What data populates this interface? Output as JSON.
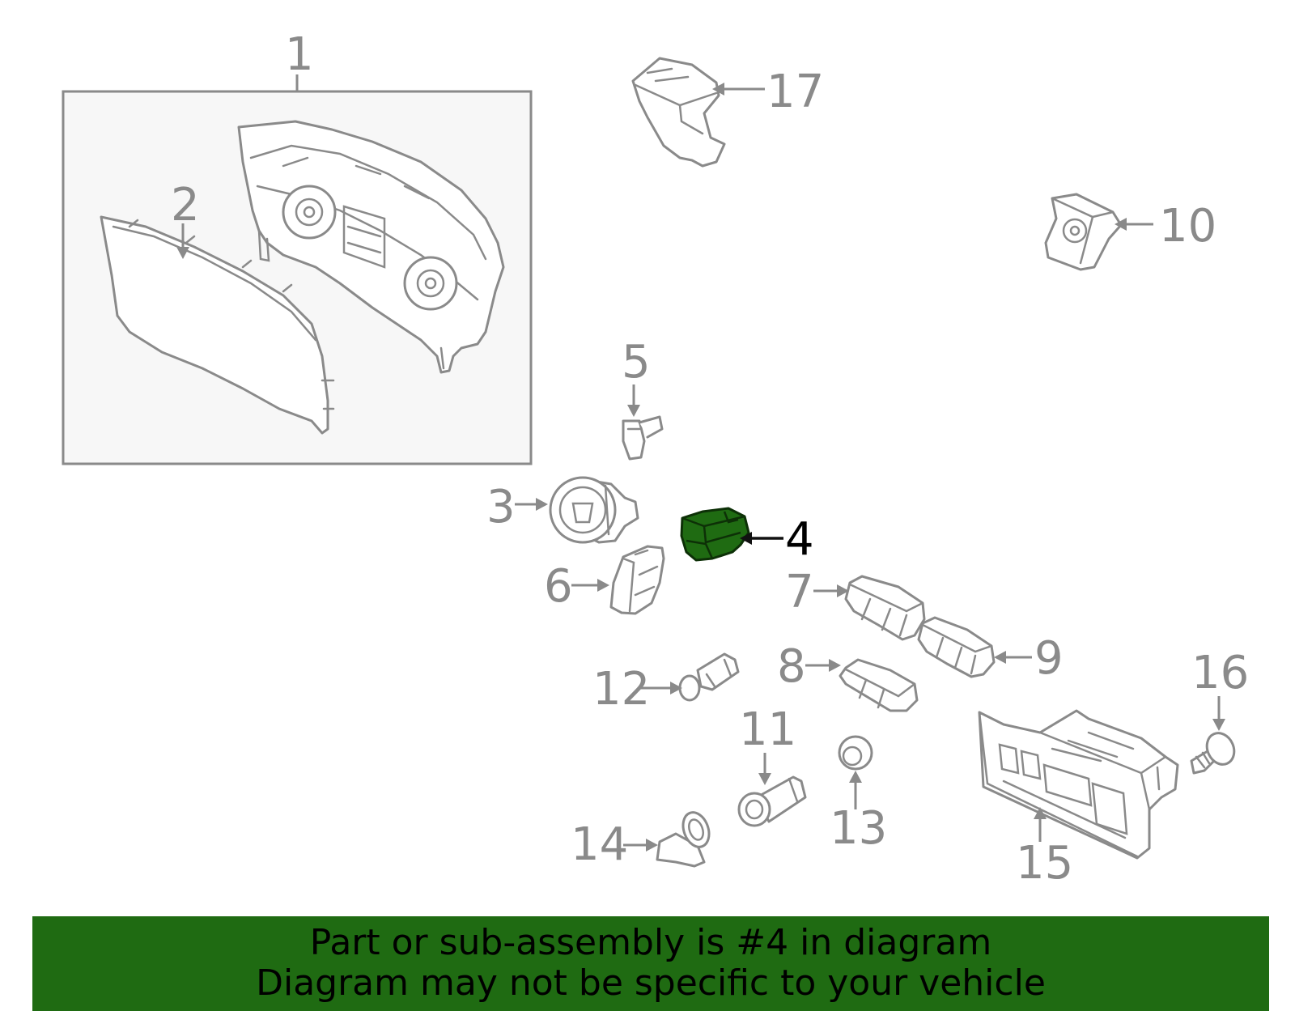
{
  "callouts": {
    "c1": "1",
    "c2": "2",
    "c3": "3",
    "c4": "4",
    "c5": "5",
    "c6": "6",
    "c7": "7",
    "c8": "8",
    "c9": "9",
    "c10": "10",
    "c11": "11",
    "c12": "12",
    "c13": "13",
    "c14": "14",
    "c15": "15",
    "c16": "16",
    "c17": "17"
  },
  "highlighted_part": "4",
  "colors": {
    "highlight": "#1f6b12",
    "line": "#8a8a8a",
    "box_fill": "#f7f7f7"
  },
  "caption": {
    "line1": "Part or sub-assembly is #4 in diagram",
    "line2": "Diagram may not be specific to your vehicle"
  }
}
